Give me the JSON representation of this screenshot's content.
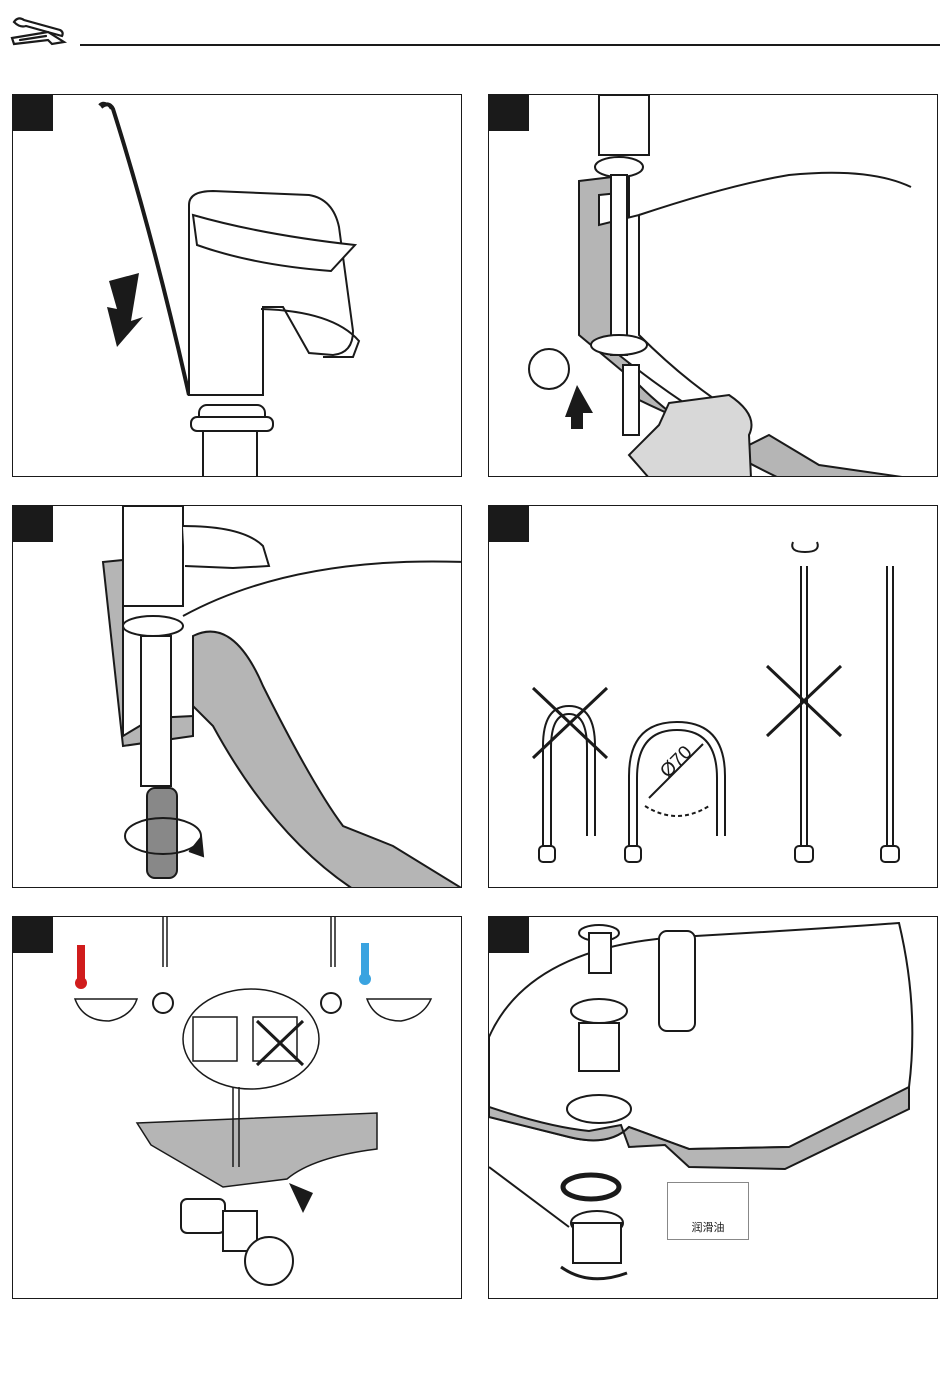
{
  "header": {
    "icon": "wrench-screwdriver-icon"
  },
  "panels": [
    {
      "id": 1,
      "content": "remove-faucet-insert-rods"
    },
    {
      "id": 2,
      "content": "mount-fixing-plate"
    },
    {
      "id": 3,
      "content": "tighten-with-screwdriver"
    },
    {
      "id": 4,
      "content": "hose-bending",
      "dimension_label": "Ø70"
    },
    {
      "id": 5,
      "content": "connect-hot-cold"
    },
    {
      "id": 6,
      "content": "drain-assembly",
      "lubricant_label": "润滑油"
    }
  ]
}
